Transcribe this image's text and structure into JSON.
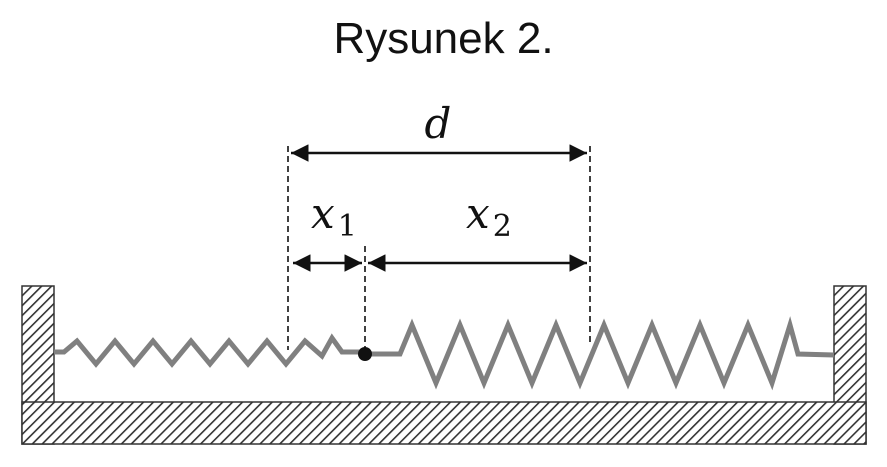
{
  "figure": {
    "caption": "Rysunek 2.",
    "labels": {
      "d": "d",
      "x1_var": "x",
      "x1_sub": "1",
      "x2_var": "x",
      "x2_sub": "2"
    },
    "colors": {
      "spring": "#808080",
      "ink": "#111111",
      "hatch": "#333333"
    }
  }
}
